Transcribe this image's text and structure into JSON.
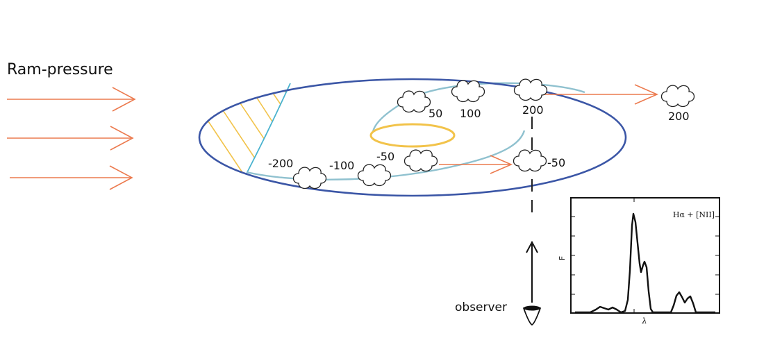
{
  "diagram": {
    "title": "Ram-pressure",
    "observer_label": "observer",
    "colors": {
      "disk": "#3b56a6",
      "ring_outer": "#8fc1cf",
      "ring_inner": "#f2c34a",
      "arrow": "#ec7a4e",
      "hatch": "#f2c34a",
      "stripping_front": "#4ab3cf",
      "ink": "#111111"
    },
    "velocity_labels": {
      "v_m200": "-200",
      "v_m100": "-100",
      "v_m50_inner": "-50",
      "v_50": "50",
      "v_100": "100",
      "v_200": "200",
      "v_m50_out": "-50",
      "v_200_out": "200"
    },
    "spectrum": {
      "label": "Hα + [NII]",
      "ylabel": "F",
      "xlabel": "λ"
    }
  }
}
